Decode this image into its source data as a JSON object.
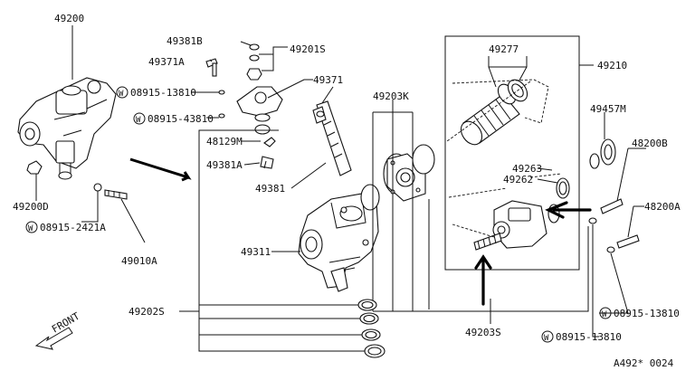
{
  "labels": {
    "p49200": "49200",
    "p49200D": "49200D",
    "w08915_2421A": "08915-2421A",
    "p49010A": "49010A",
    "p49381B": "49381B",
    "p49201S": "49201S",
    "p49371A": "49371A",
    "w08915_13810_top": "08915-13810",
    "w08915_43810": "08915-43810",
    "p49371": "49371",
    "p48129M": "48129M",
    "p49381A": "49381A",
    "p49381": "49381",
    "p49203K": "49203K",
    "p49311": "49311",
    "p49277": "49277",
    "p49210": "49210",
    "p49457M": "49457M",
    "p49263": "49263",
    "p49262": "49262",
    "p48200B": "48200B",
    "p48200A": "48200A",
    "p49202S": "49202S",
    "p49203S": "49203S",
    "w08915_13810_right": "08915-13810",
    "w08915_13810_bottom": "08915-13810",
    "front": "FRONT",
    "code": "A492* 0024"
  },
  "washer_symbol": "W"
}
